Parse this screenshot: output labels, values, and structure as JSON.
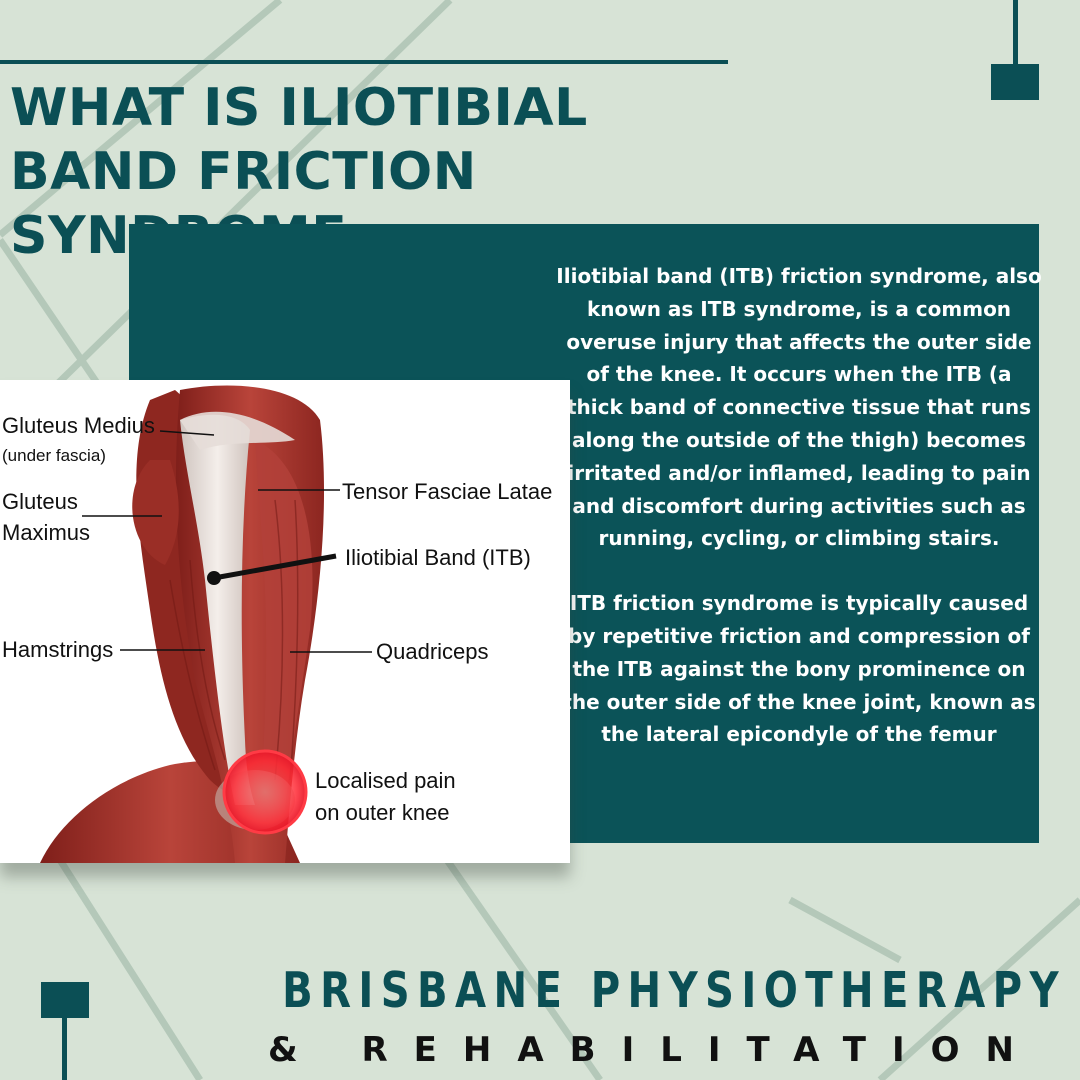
{
  "title": "WHAT IS ILIOTIBIAL BAND FRICTION SYNDROME",
  "description": [
    "Iliotibial band (ITB) friction syndrome, also known as ITB syndrome, is a common overuse injury that affects the outer side of the knee. It occurs when the ITB (a thick band of connective tissue that runs along the outside of the thigh) becomes irritated and/or inflamed, leading to pain and discomfort during activities such as running, cycling, or climbing stairs.",
    "ITB friction syndrome is typically caused by repetitive friction and compression of the ITB against the bony prominence on the outer side of the knee joint, known as the lateral epicondyle of the femur"
  ],
  "diagram": {
    "labels": {
      "gluteus_medius": "Gluteus Medius",
      "gluteus_medius_note": "(under fascia)",
      "gluteus_maximus_1": "Gluteus",
      "gluteus_maximus_2": "Maximus",
      "tensor": "Tensor Fasciae Latae",
      "itb": "Iliotibial Band (ITB)",
      "hamstrings": "Hamstrings",
      "quadriceps": "Quadriceps",
      "pain_1": "Localised pain",
      "pain_2": "on outer knee"
    }
  },
  "brand": {
    "name": "BRISBANE PHYSIOTHERAPY",
    "sub": "& REHABILITATION"
  },
  "colors": {
    "background": "#d7e3d6",
    "teal": "#0b5358",
    "muscle": "#a8332b",
    "pain": "#e8182a"
  }
}
